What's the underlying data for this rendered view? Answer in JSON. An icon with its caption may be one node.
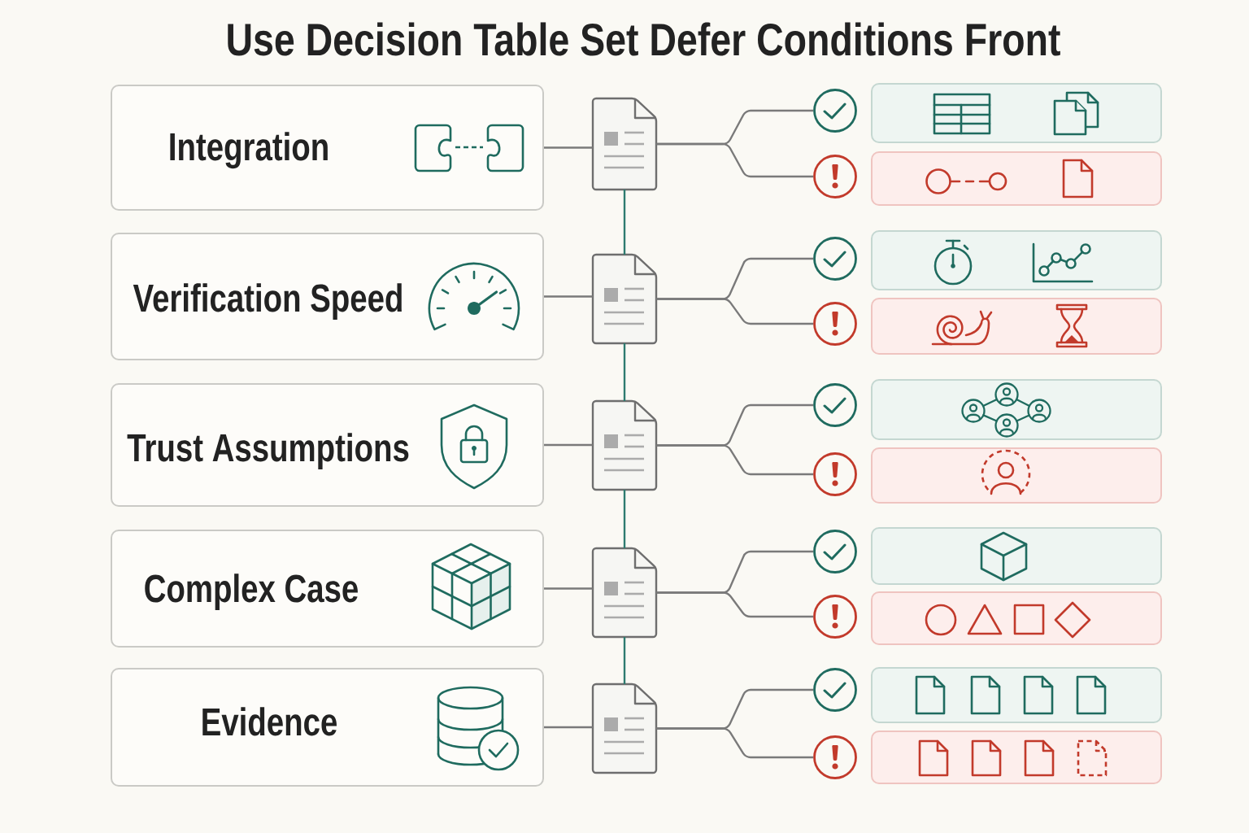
{
  "diagram": {
    "title": "Use Decision Table Set Defer Conditions Front",
    "nodes": [
      {
        "text": [
          "Integration"
        ]
      },
      {
        "text": [],
        "shape": "document"
      },
      {
        "text": [],
        "shape": "circle"
      },
      {
        "text": [],
        "shape": "box"
      },
      {
        "text": [],
        "shape": "circle"
      },
      {
        "text": [],
        "shape": "box"
      },
      {
        "text": [
          "Verification Speed"
        ]
      },
      {
        "text": [],
        "shape": "document"
      },
      {
        "text": [],
        "shape": "circle"
      },
      {
        "text": [],
        "shape": "box"
      },
      {
        "text": [],
        "shape": "circle"
      },
      {
        "text": [],
        "shape": "box"
      },
      {
        "text": [
          "Trust Assumptions"
        ]
      },
      {
        "text": [],
        "shape": "document"
      },
      {
        "text": [],
        "shape": "circle"
      },
      {
        "text": [],
        "shape": "box"
      },
      {
        "text": [],
        "shape": "circle"
      },
      {
        "text": [],
        "shape": "box"
      },
      {
        "text": [
          "Complex Case"
        ]
      },
      {
        "text": [],
        "shape": "document"
      },
      {
        "text": [],
        "shape": "circle"
      },
      {
        "text": [],
        "shape": "box"
      },
      {
        "text": [],
        "shape": "circle"
      },
      {
        "text": [],
        "shape": "box"
      },
      {
        "text": [
          "Evidence"
        ]
      },
      {
        "text": [],
        "shape": "document"
      },
      {
        "text": [],
        "shape": "circle"
      },
      {
        "text": [],
        "shape": "box"
      },
      {
        "text": [],
        "shape": "circle"
      },
      {
        "text": [],
        "shape": "box"
      }
    ],
    "edges": [
      {
        "from": 0,
        "to": 1,
        "arrow": "none"
      },
      {
        "from": 1,
        "to": 2,
        "arrow": "none"
      },
      {
        "from": 1,
        "to": 4,
        "arrow": "none"
      },
      {
        "from": 6,
        "to": 7,
        "arrow": "none"
      },
      {
        "from": 7,
        "to": 8,
        "arrow": "none"
      },
      {
        "from": 7,
        "to": 10,
        "arrow": "none"
      },
      {
        "from": 12,
        "to": 13,
        "arrow": "none"
      },
      {
        "from": 13,
        "to": 14,
        "arrow": "none"
      },
      {
        "from": 13,
        "to": 16,
        "arrow": "none"
      },
      {
        "from": 18,
        "to": 19,
        "arrow": "none"
      },
      {
        "from": 19,
        "to": 20,
        "arrow": "none"
      },
      {
        "from": 19,
        "to": 22,
        "arrow": "none"
      },
      {
        "from": 24,
        "to": 25,
        "arrow": "none"
      },
      {
        "from": 25,
        "to": 26,
        "arrow": "none"
      },
      {
        "from": 25,
        "to": 28,
        "arrow": "none"
      },
      {
        "from": 1,
        "to": 7,
        "arrow": "none",
        "color": "#2e7b6f"
      },
      {
        "from": 7,
        "to": 13,
        "arrow": "none",
        "color": "#2e7b6f"
      },
      {
        "from": 13,
        "to": 19,
        "arrow": "none",
        "color": "#2e7b6f"
      },
      {
        "from": 19,
        "to": 25,
        "arrow": "none",
        "color": "#2e7b6f"
      }
    ]
  }
}
